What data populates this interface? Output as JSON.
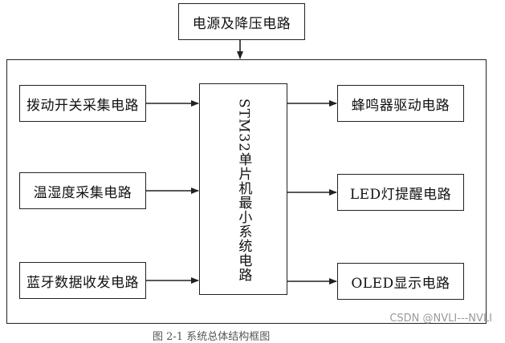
{
  "diagram": {
    "power_block": "电源及降压电路",
    "mcu_block": "STM32单片机最小系统电路",
    "inputs": [
      "拨动开关采集电路",
      "温湿度采集电路",
      "蓝牙数据收发电路"
    ],
    "outputs": [
      "蜂鸣器驱动电路",
      "LED灯提醒电路",
      "OLED显示电路"
    ],
    "caption": "图 2-1 系统总体结构框图"
  },
  "watermark": "CSDN @NVLI---NVLI"
}
